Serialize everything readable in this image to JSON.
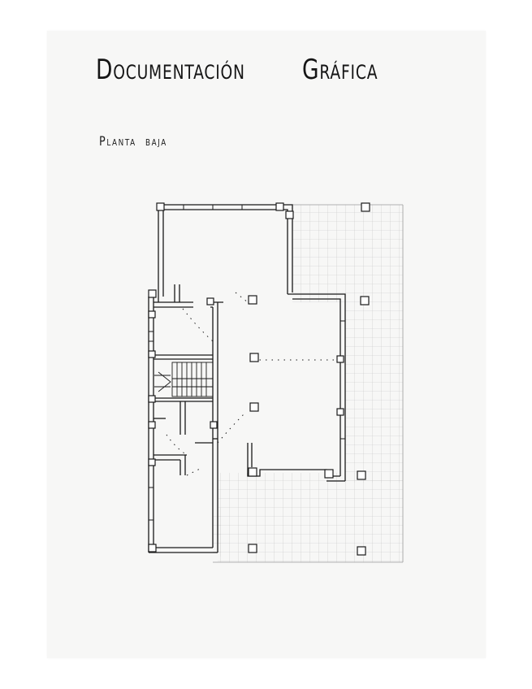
{
  "document": {
    "title_word1": "Documentación",
    "title_word2": "Gráfica",
    "subtitle_word1": "Planta",
    "subtitle_word2": "baja"
  },
  "colors": {
    "paper": "#f7f7f6",
    "ink": "#1a1a1a",
    "grid": "#bdbdbd"
  }
}
